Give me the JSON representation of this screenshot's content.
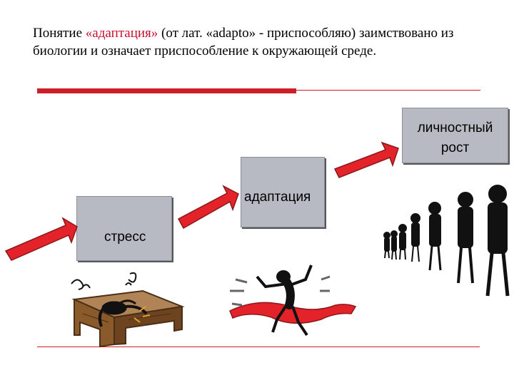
{
  "slide": {
    "title_parts": {
      "p1": "Понятие ",
      "p2": "«адаптация»",
      "p3": " (от лат. «adapto» - приспособляю) заимствовано из биологии и означает приспособление к окружающей среде."
    },
    "boxes": {
      "stress": "стресс",
      "adaptation": "адаптация",
      "growth": "личностный рост"
    },
    "colors": {
      "accent_red": "#cc1f27",
      "box_gray": "#b7bac3",
      "arrow_red": "#e3222a"
    },
    "icons": [
      "arrow-icon",
      "stressed-figure-icon",
      "desk-icon",
      "finish-runner-icon",
      "growing-figures-icon"
    ]
  }
}
